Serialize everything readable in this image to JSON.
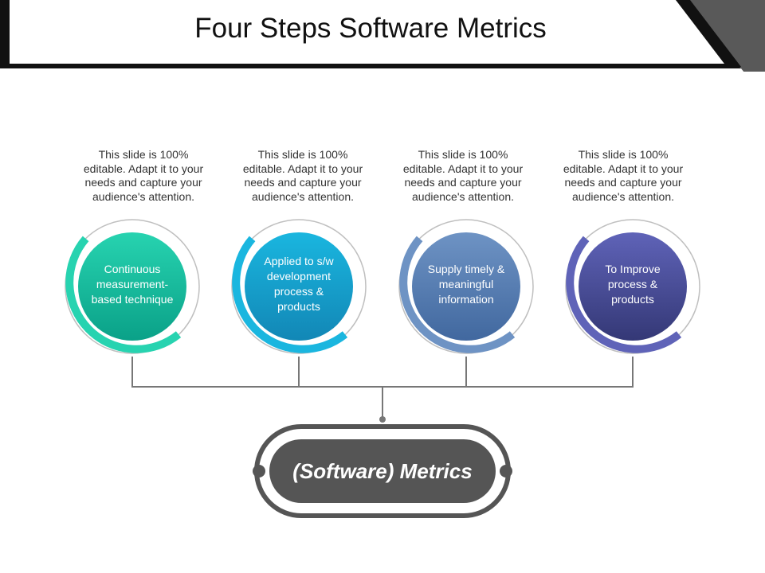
{
  "title": "Four Steps Software Metrics",
  "steps": [
    {
      "description": "This slide is 100% editable. Adapt it to your needs and capture your audience's attention.",
      "label": "Continuous measurement-based technique",
      "colors": [
        "#27d3b0",
        "#0aa188"
      ]
    },
    {
      "description": "This slide is 100% editable. Adapt it to your needs and capture your audience's attention.",
      "label": "Applied to s/w development process & products",
      "colors": [
        "#1ab6df",
        "#1287b6"
      ]
    },
    {
      "description": "This slide is 100% editable. Adapt it to your needs and capture your audience's attention.",
      "label": "Supply timely & meaningful information",
      "colors": [
        "#6e93c4",
        "#41689f"
      ]
    },
    {
      "description": "This slide is 100% editable. Adapt it to your needs and capture your audience's attention.",
      "label": "To Improve process & products",
      "colors": [
        "#5f63b8",
        "#343876"
      ]
    }
  ],
  "hub": {
    "label": "(Software) Metrics",
    "color": "#555555"
  }
}
